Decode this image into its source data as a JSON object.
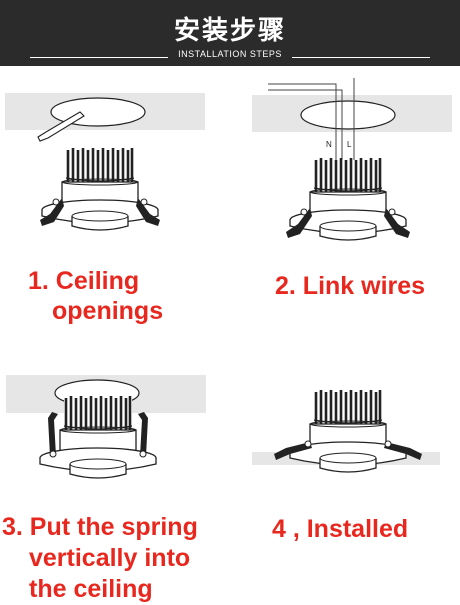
{
  "header": {
    "title": "安装步骤",
    "subtitle": "INSTALLATION STEPS",
    "background": "#2b2b2b"
  },
  "accent_color": "#e8281e",
  "steps": [
    {
      "line1": "1. Ceiling",
      "line2": "openings"
    },
    {
      "line1": "2. Link wires"
    },
    {
      "line1": "3. Put the spring",
      "line2": "vertically into",
      "line3": "the ceiling"
    },
    {
      "line1": "4 , Installed"
    }
  ],
  "wire_labels": {
    "neutral": "N",
    "live": "L"
  }
}
